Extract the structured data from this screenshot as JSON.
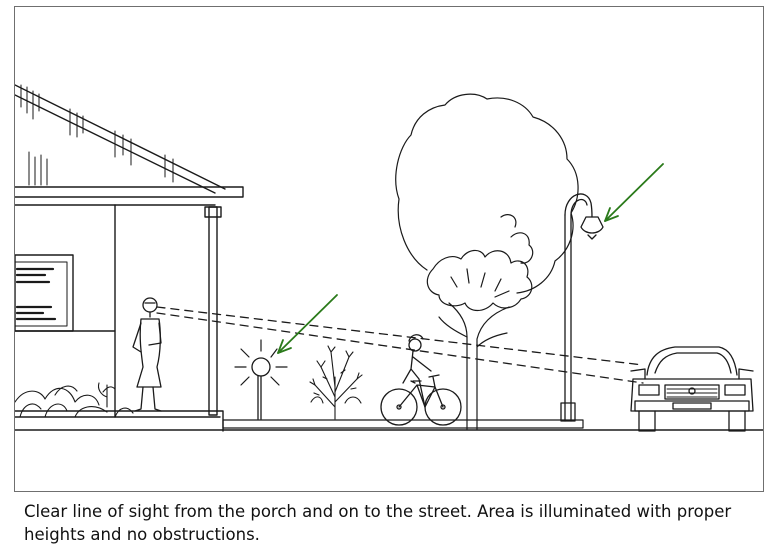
{
  "caption": "Clear line of sight from the porch and on to the street. Area is illuminated with proper heights and no obstructions.",
  "colors": {
    "line": "#1a1a1a",
    "arrow": "#2a7a1a",
    "frame": "#6f6f6f"
  },
  "icons": [
    "house-porch",
    "person-on-porch",
    "porch-lamp",
    "shrub",
    "child-on-bicycle",
    "tree",
    "street-lamp",
    "car",
    "sightline",
    "indicator-arrow"
  ]
}
